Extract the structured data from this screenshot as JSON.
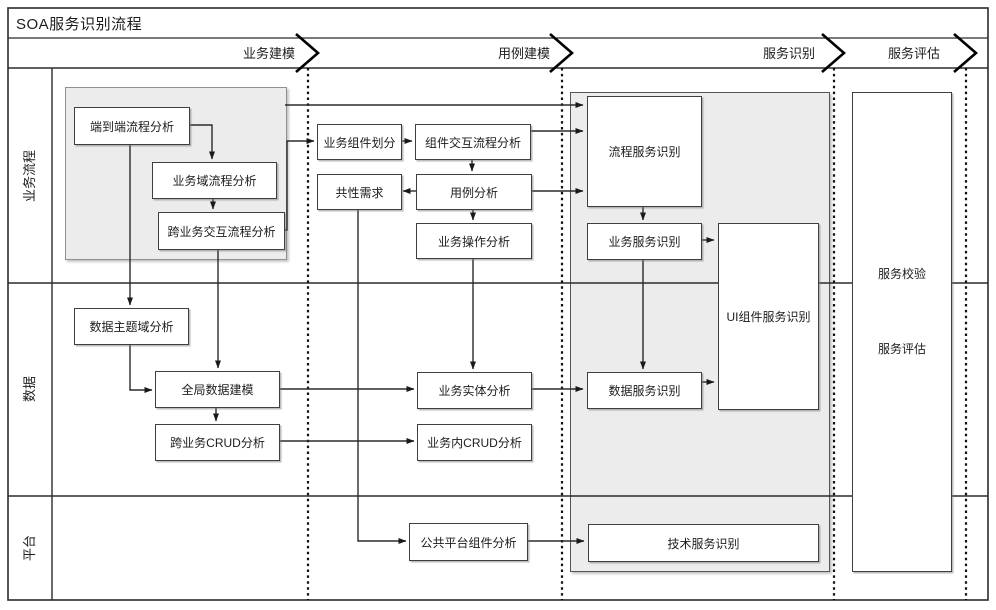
{
  "title": "SOA服务识别流程",
  "phases": [
    "业务建模",
    "用例建模",
    "服务识别",
    "服务评估"
  ],
  "lanes": [
    "业务流程",
    "数据",
    "平台"
  ],
  "nodes": [
    {
      "label": "端到端流程分析"
    },
    {
      "label": "业务域流程分析"
    },
    {
      "label": "跨业务交互流程分析"
    },
    {
      "label": "业务组件划分"
    },
    {
      "label": "组件交互流程分析"
    },
    {
      "label": "共性需求"
    },
    {
      "label": "用例分析"
    },
    {
      "label": "业务操作分析"
    },
    {
      "label": "数据主题域分析"
    },
    {
      "label": "全局数据建模"
    },
    {
      "label": "跨业务CRUD分析"
    },
    {
      "label": "业务实体分析"
    },
    {
      "label": "业务内CRUD分析"
    },
    {
      "label": "公共平台组件分析"
    },
    {
      "label": "流程服务识别"
    },
    {
      "label": "业务服务识别"
    },
    {
      "label": "UI组件服务识别"
    },
    {
      "label": "数据服务识别"
    },
    {
      "label": "技术服务识别"
    }
  ],
  "evaluation_box": {
    "line1": "服务校验",
    "line2": "服务评估"
  },
  "colors": {
    "line": "#2b2b2b",
    "group_fill": "#ececec",
    "box_border": "#3f3f3f",
    "background": "#ffffff"
  }
}
